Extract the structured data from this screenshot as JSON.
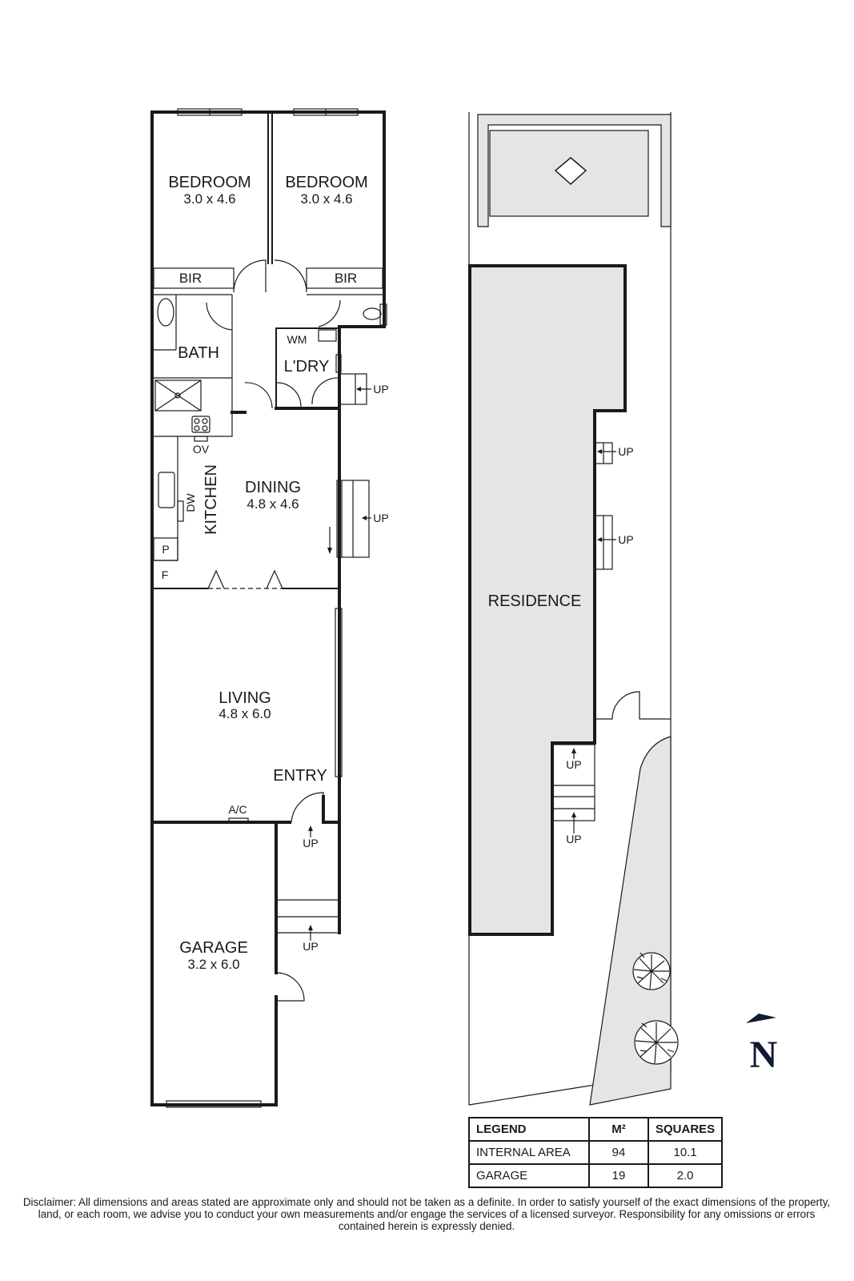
{
  "floor_plan": {
    "rooms": [
      {
        "id": "bedroom1",
        "name": "BEDROOM",
        "dims": "3.0 x 4.6"
      },
      {
        "id": "bedroom2",
        "name": "BEDROOM",
        "dims": "3.0 x 4.6"
      },
      {
        "id": "bir1",
        "name": "BIR"
      },
      {
        "id": "bir2",
        "name": "BIR"
      },
      {
        "id": "bath",
        "name": "BATH"
      },
      {
        "id": "laundry",
        "name": "L'DRY"
      },
      {
        "id": "wm",
        "name": "WM"
      },
      {
        "id": "kitchen",
        "name": "KITCHEN"
      },
      {
        "id": "oven",
        "name": "OV"
      },
      {
        "id": "dishwasher",
        "name": "DW"
      },
      {
        "id": "pantry",
        "name": "P"
      },
      {
        "id": "fridge",
        "name": "F"
      },
      {
        "id": "dining",
        "name": "DINING",
        "dims": "4.8 x 4.6"
      },
      {
        "id": "living",
        "name": "LIVING",
        "dims": "4.8 x 6.0"
      },
      {
        "id": "entry",
        "name": "ENTRY"
      },
      {
        "id": "ac",
        "name": "A/C"
      },
      {
        "id": "garage",
        "name": "GARAGE",
        "dims": "3.2 x 6.0"
      }
    ],
    "stair_label": "UP"
  },
  "site_plan": {
    "residence_label": "RESIDENCE",
    "stair_label": "UP"
  },
  "compass": {
    "letter": "N",
    "color": "#111a33"
  },
  "legend": {
    "headers": [
      "LEGEND",
      "M²",
      "SQUARES"
    ],
    "rows": [
      {
        "label": "INTERNAL AREA",
        "m2": "94",
        "squares": "10.1"
      },
      {
        "label": "GARAGE",
        "m2": "19",
        "squares": "2.0"
      }
    ]
  },
  "disclaimer": "Disclaimer: All dimensions and areas stated are approximate only and should not be taken as a definite. In order to satisfy yourself of the exact dimensions of the property, land, or each room, we advise you to conduct your own measurements and/or engage the services of a licensed surveyor. Responsibility for any omissions or errors contained herein is expressly denied."
}
